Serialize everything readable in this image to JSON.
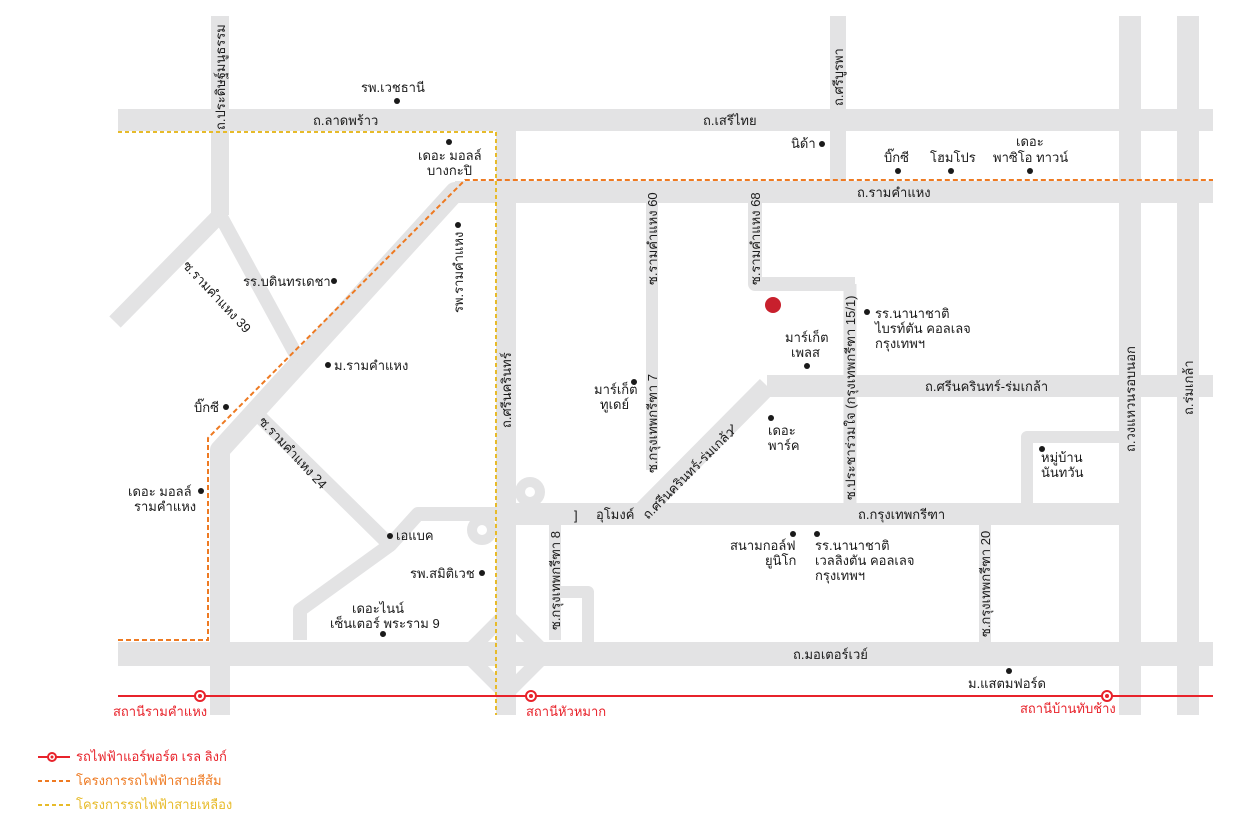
{
  "colors": {
    "road": "#e3e3e4",
    "airport_link": "#e8232b",
    "orange_line": "#ee7a22",
    "yellow_line": "#e7bb2a",
    "poi": "#1a1a1a",
    "marker": "#c8202d"
  },
  "roads": {
    "lat_phrao": "ถ.ลาดพร้าว",
    "seri_thai": "ถ.เสรีไทย",
    "ramkhamhaeng": "ถ.รามคำแหง",
    "srinakarin_romklao": "ถ.ศรีนครินทร์-ร่มเกล้า",
    "krungthep_kreetha": "ถ.กรุงเทพกรีฑา",
    "motorway": "ถ.มอเตอร์เวย์",
    "pradit_manutham": "ถ.ประดิษฐ์มนูธรรม",
    "sriburapha": "ถ.ศรีบูรพา",
    "srinakarin": "ถ.ศรีนครินทร์",
    "ring_road": "ถ.วงแหวนรอบนอก",
    "romklao": "ถ.ร่มเกล้า",
    "soi_ram60": "ซ.รามคำแหง 60",
    "soi_ram68": "ซ.รามคำแหง 68",
    "soi_ram39": "ซ.รามคำแหง 39",
    "soi_ram24": "ซ.รามคำแหง 24",
    "soi_kt7": "ซ.กรุงเทพกรีฑา 7",
    "soi_kt8": "ซ.กรุงเทพกรีฑา 8",
    "soi_kt20": "ซ.กรุงเทพกรีฑา 20",
    "soi_pracha": "ซ.ประชาร่วมใจ (กรุงเทพกรีฑา 15/1)",
    "srinakarin_romklao_diag": "ถ.ศรีนครินทร์-ร่มเกล้า",
    "underpass": "อุโมงค์"
  },
  "pois": {
    "vejthani": "รพ.เวชธานี",
    "mall_bangkapi_1": "เดอะ มอลล์",
    "mall_bangkapi_2": "บางกะปิ",
    "nida": "นิด้า",
    "bigc_1": "บิ๊กซี",
    "homepro": "โฮมโปร",
    "paseo_1": "เดอะ",
    "paseo_2": "พาซิโอ ทาวน์",
    "bodindecha": "รร.บดินทรเดชา",
    "ram_hospital": "รพ.รามคำแหง",
    "ram_univ": "ม.รามคำแหง",
    "bigc_2": "บิ๊กซี",
    "mall_ram_1": "เดอะ มอลล์",
    "mall_ram_2": "รามคำแหง",
    "abac": "เอแบค",
    "samitivej": "รพ.สมิติเวช",
    "nine_1": "เดอะไนน์",
    "nine_2": "เซ็นเตอร์ พระราม 9",
    "market_place_1": "มาร์เก็ต",
    "market_place_2": "เพลส",
    "brighton_1": "รร.นานาชาติ",
    "brighton_2": "ไบรท์ตัน คอลเลจ",
    "brighton_3": "กรุงเทพฯ",
    "market_today_1": "มาร์เก็ต",
    "market_today_2": "ทูเดย์",
    "the_park_1": "เดอะ",
    "the_park_2": "พาร์ค",
    "nantawan_1": "หมู่บ้าน",
    "nantawan_2": "นันทวัน",
    "golf_1": "สนามกอล์ฟ",
    "golf_2": "ยูนิโก",
    "wellington_1": "รร.นานาชาติ",
    "wellington_2": "เวลลิงตัน คอลเลจ",
    "wellington_3": "กรุงเทพฯ",
    "stamford": "ม.แสตมฟอร์ด"
  },
  "stations": {
    "ramkhamhaeng": "สถานีรามคำแหง",
    "hua_mak": "สถานีหัวหมาก",
    "ban_thap_chang": "สถานีบ้านทับช้าง"
  },
  "legend": {
    "airport_link": "รถไฟฟ้าแอร์พอร์ต เรล ลิงก์",
    "orange_line": "โครงการรถไฟฟ้าสายสีส้ม",
    "yellow_line": "โครงการรถไฟฟ้าสายเหลือง"
  }
}
